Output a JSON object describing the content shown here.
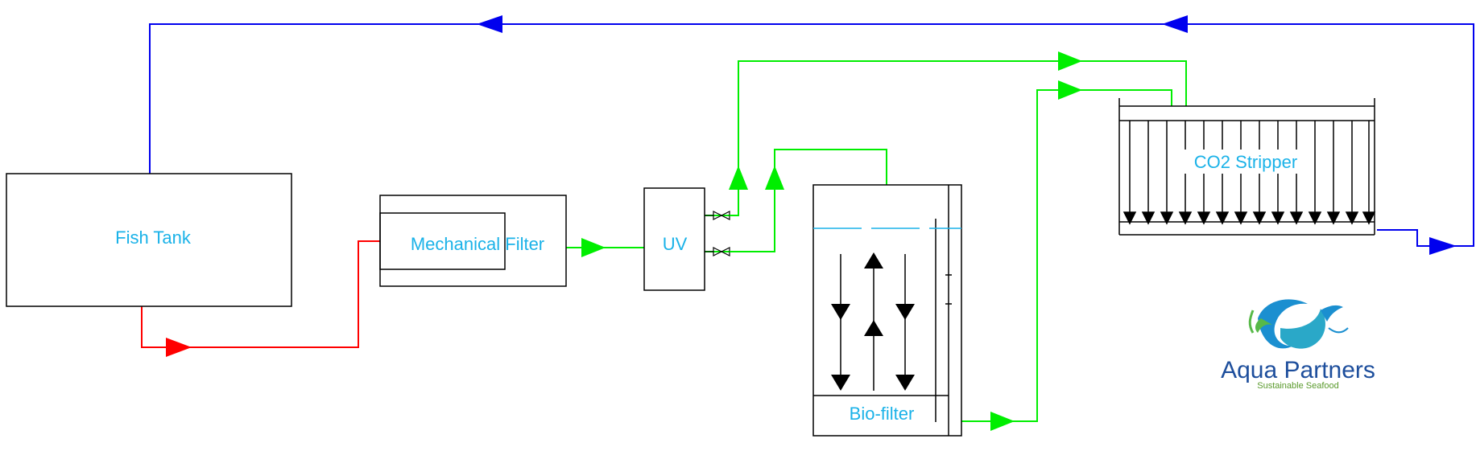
{
  "labels": {
    "fish_tank": "Fish Tank",
    "mechanical_filter": "Mechanical Filter",
    "uv": "UV",
    "bio_filter": "Bio-filter",
    "co2_stripper": "CO2 Stripper"
  },
  "logo": {
    "name": "Aqua Partners",
    "tagline": "Sustainable Seafood"
  },
  "colors": {
    "text": "#1ab2e8",
    "waste_flow": "#ff0000",
    "treated_flow": "#00ee00",
    "return_flow": "#0000ee",
    "outline": "#000000"
  }
}
